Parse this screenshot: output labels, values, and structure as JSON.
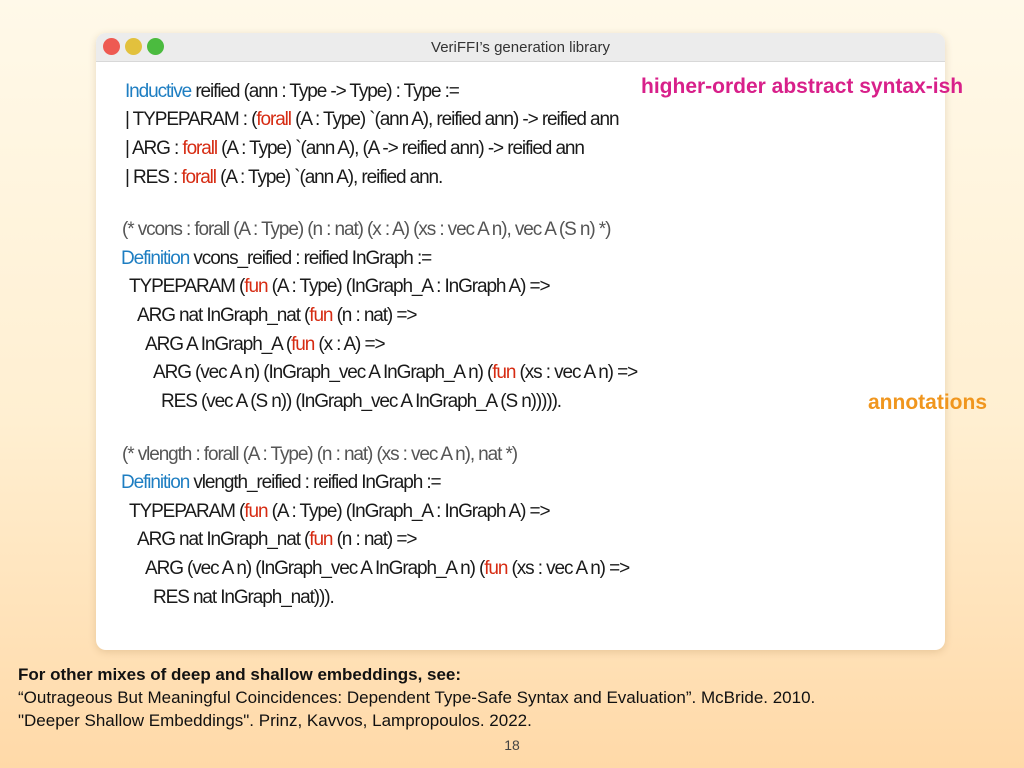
{
  "window": {
    "title": "VeriFFI’s generation library",
    "traffic_lights": [
      "close",
      "minimize",
      "zoom"
    ]
  },
  "code_block_1": {
    "l1": {
      "a": "Inductive",
      "b": " reified (ann : Type -> Type) : Type :="
    },
    "l2": {
      "a": "| TYPEPARAM : (",
      "b": "forall",
      "c": " (A : Type) `(ann A), reified ann) -> reified ann"
    },
    "l3": {
      "a": "| ARG : ",
      "b": "forall",
      "c": " (A : Type) `(ann A), (A -> reified ann) -> reified ann"
    },
    "l4": {
      "a": "| RES : ",
      "b": "forall",
      "c": " (A : Type) `(ann A), reified ann."
    }
  },
  "code_block_2": {
    "comment": "(* vcons : forall (A : Type) (n : nat) (x : A) (xs : vec A n), vec A (S n) *)",
    "l1": {
      "a": "Definition",
      "b": " vcons_reified : reified InGraph :="
    },
    "l2": {
      "a": "TYPEPARAM (",
      "b": "fun",
      "c": " (A : Type) (InGraph_A : InGraph A) =>"
    },
    "l3": {
      "a": "ARG nat InGraph_nat (",
      "b": "fun",
      "c": " (n : nat) =>"
    },
    "l4": {
      "a": "ARG A InGraph_A (",
      "b": "fun",
      "c": " (x : A) =>"
    },
    "l5": {
      "a": "ARG (vec A n) (InGraph_vec A InGraph_A n) (",
      "b": "fun",
      "c": " (xs : vec A n) =>"
    },
    "l6": "RES (vec A (S n)) (InGraph_vec A InGraph_A (S n)))))."
  },
  "code_block_3": {
    "comment": "(* vlength : forall (A : Type) (n : nat) (xs : vec A n), nat *)",
    "l1": {
      "a": "Definition",
      "b": " vlength_reified : reified InGraph :="
    },
    "l2": {
      "a": "TYPEPARAM (",
      "b": "fun",
      "c": " (A : Type) (InGraph_A : InGraph A) =>"
    },
    "l3": {
      "a": "ARG nat InGraph_nat (",
      "b": "fun",
      "c": " (n : nat) =>"
    },
    "l4": {
      "a": "ARG (vec A n) (InGraph_vec A InGraph_A n) (",
      "b": "fun",
      "c": " (xs : vec A n) =>"
    },
    "l5": "RES nat InGraph_nat)))."
  },
  "callouts": {
    "hoas": "higher-order abstract syntax-ish",
    "annotations": "annotations"
  },
  "references": {
    "heading": "For other mixes of deep and shallow embeddings, see:",
    "ref1": "“Outrageous But Meaningful Coincidences: Dependent Type-Safe Syntax and Evaluation”. McBride. 2010.",
    "ref2": "\"Deeper Shallow Embeddings\". Prinz, Kavvos, Lampropoulos. 2022."
  },
  "page_number": "18",
  "colors": {
    "keyword_red": "#d62b12",
    "keyword_blue": "#1e7ec2",
    "callout_pink": "#d8208a",
    "callout_orange": "#f0961e",
    "highlight_pink": "#fac8e1",
    "highlight_peach": "#fde1b9"
  }
}
